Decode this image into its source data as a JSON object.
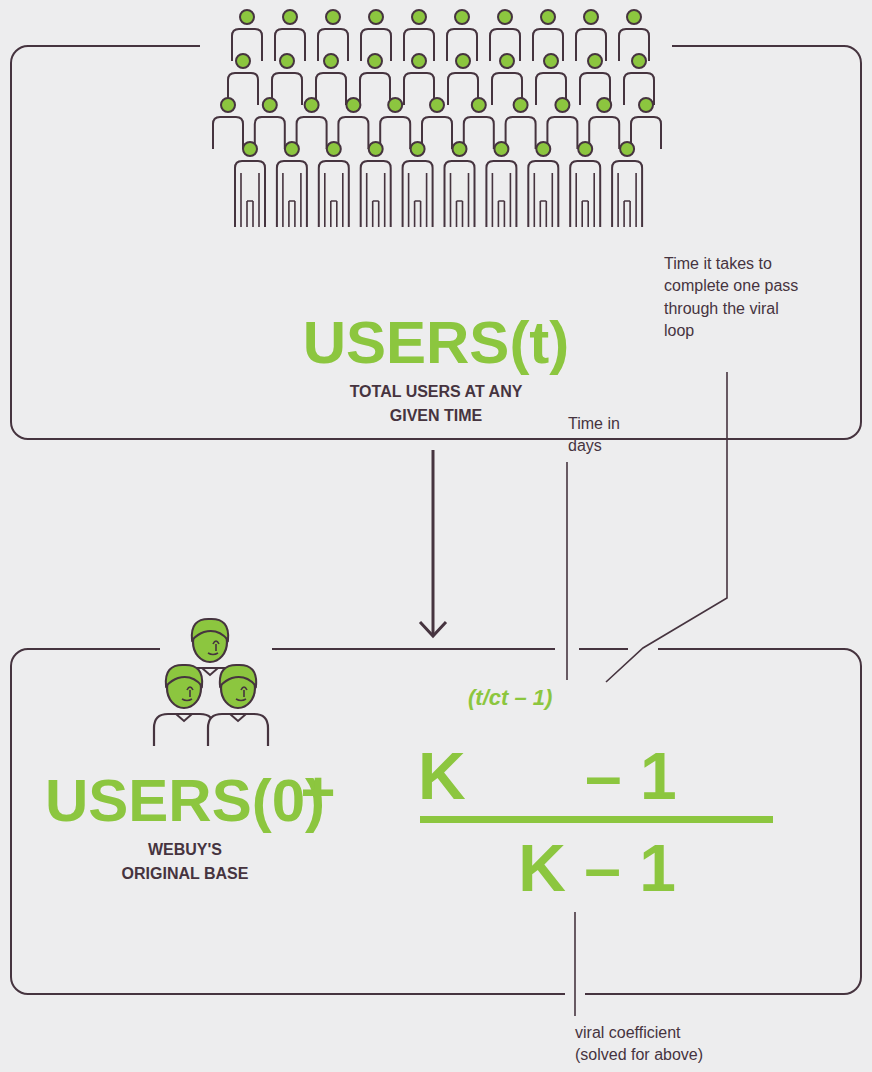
{
  "diagram": {
    "nodes": [
      {
        "text": [
          "USERS(t)",
          "TOTAL USERS AT ANY GIVEN TIME"
        ]
      },
      {
        "text": [
          "USERS(0)",
          "WEBUY'S ORIGINAL BASE"
        ]
      }
    ],
    "edges": [
      {
        "from": 0,
        "to": 1,
        "arrow": "to"
      }
    ],
    "labels": [
      "Time in days",
      "Time it takes to complete one pass through the viral loop",
      "+",
      "K",
      "(t/ct – 1)",
      "– 1",
      "K – 1",
      "viral coefficient (solved for above)"
    ]
  }
}
